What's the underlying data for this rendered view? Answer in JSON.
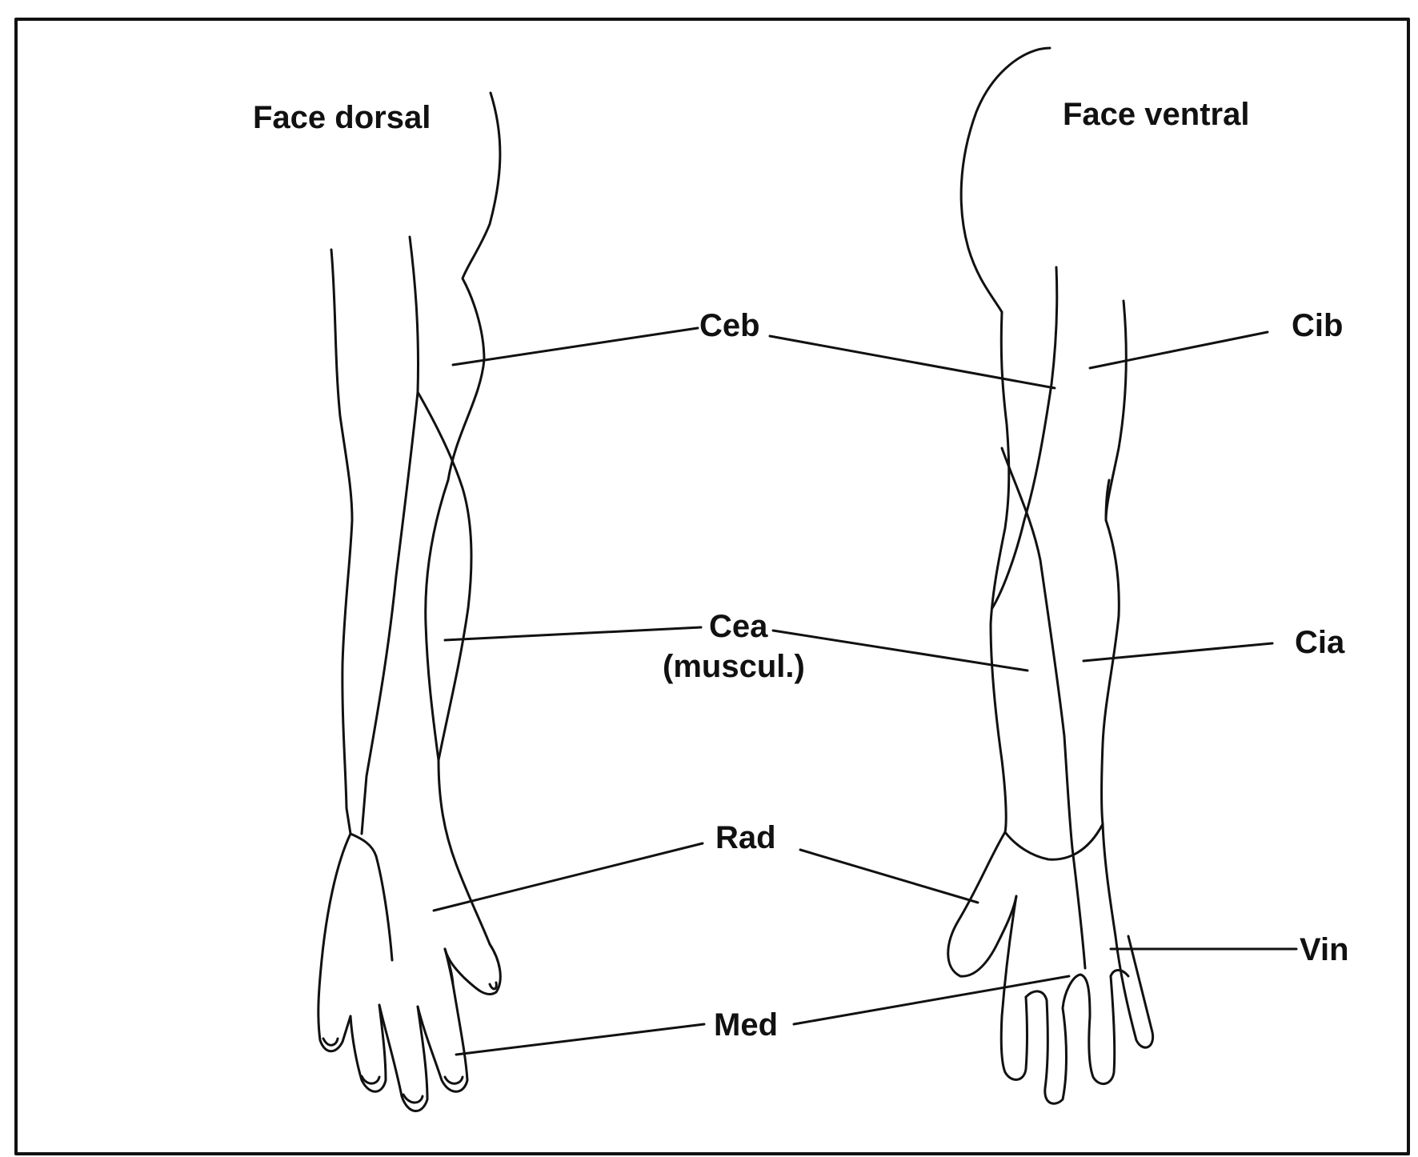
{
  "titles": {
    "dorsal": "Face dorsal",
    "ventral": "Face ventral"
  },
  "labels": {
    "ceb": "Ceb",
    "cea": "Cea",
    "cea_sub": "(muscul.)",
    "rad": "Rad",
    "med": "Med",
    "cib": "Cib",
    "cia": "Cia",
    "vin": "Vin"
  },
  "colors": {
    "ink": "#111111",
    "background": "#ffffff"
  }
}
